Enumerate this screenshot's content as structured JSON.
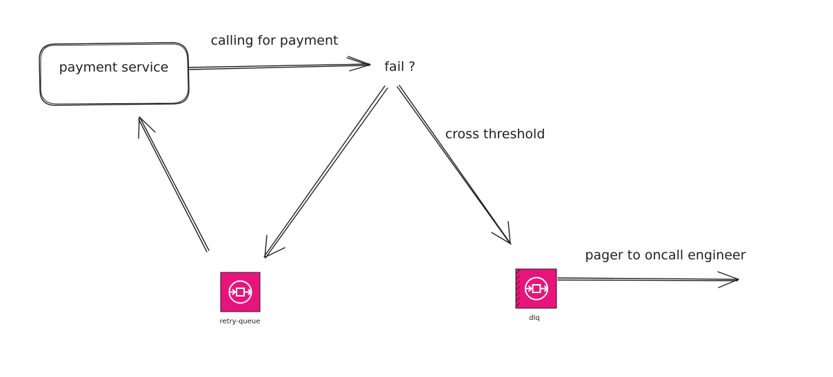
{
  "nodes": {
    "payment_service": {
      "label": "payment service"
    },
    "decision": {
      "label": "fail ?"
    },
    "retry_queue": {
      "label": "retry-queue",
      "icon": "sqs-queue-icon"
    },
    "dlq": {
      "label": "dlq",
      "icon": "sqs-queue-icon"
    }
  },
  "edges": {
    "calling_for_payment": {
      "label": "calling for payment"
    },
    "cross_threshold": {
      "label": "cross threshold"
    },
    "pager": {
      "label": "pager to oncall engineer"
    }
  },
  "colors": {
    "stroke": "#1e1e1e",
    "queue_fill": "#e7157b",
    "queue_border": "#1e1e1e",
    "queue_glyph": "#ffffff"
  }
}
